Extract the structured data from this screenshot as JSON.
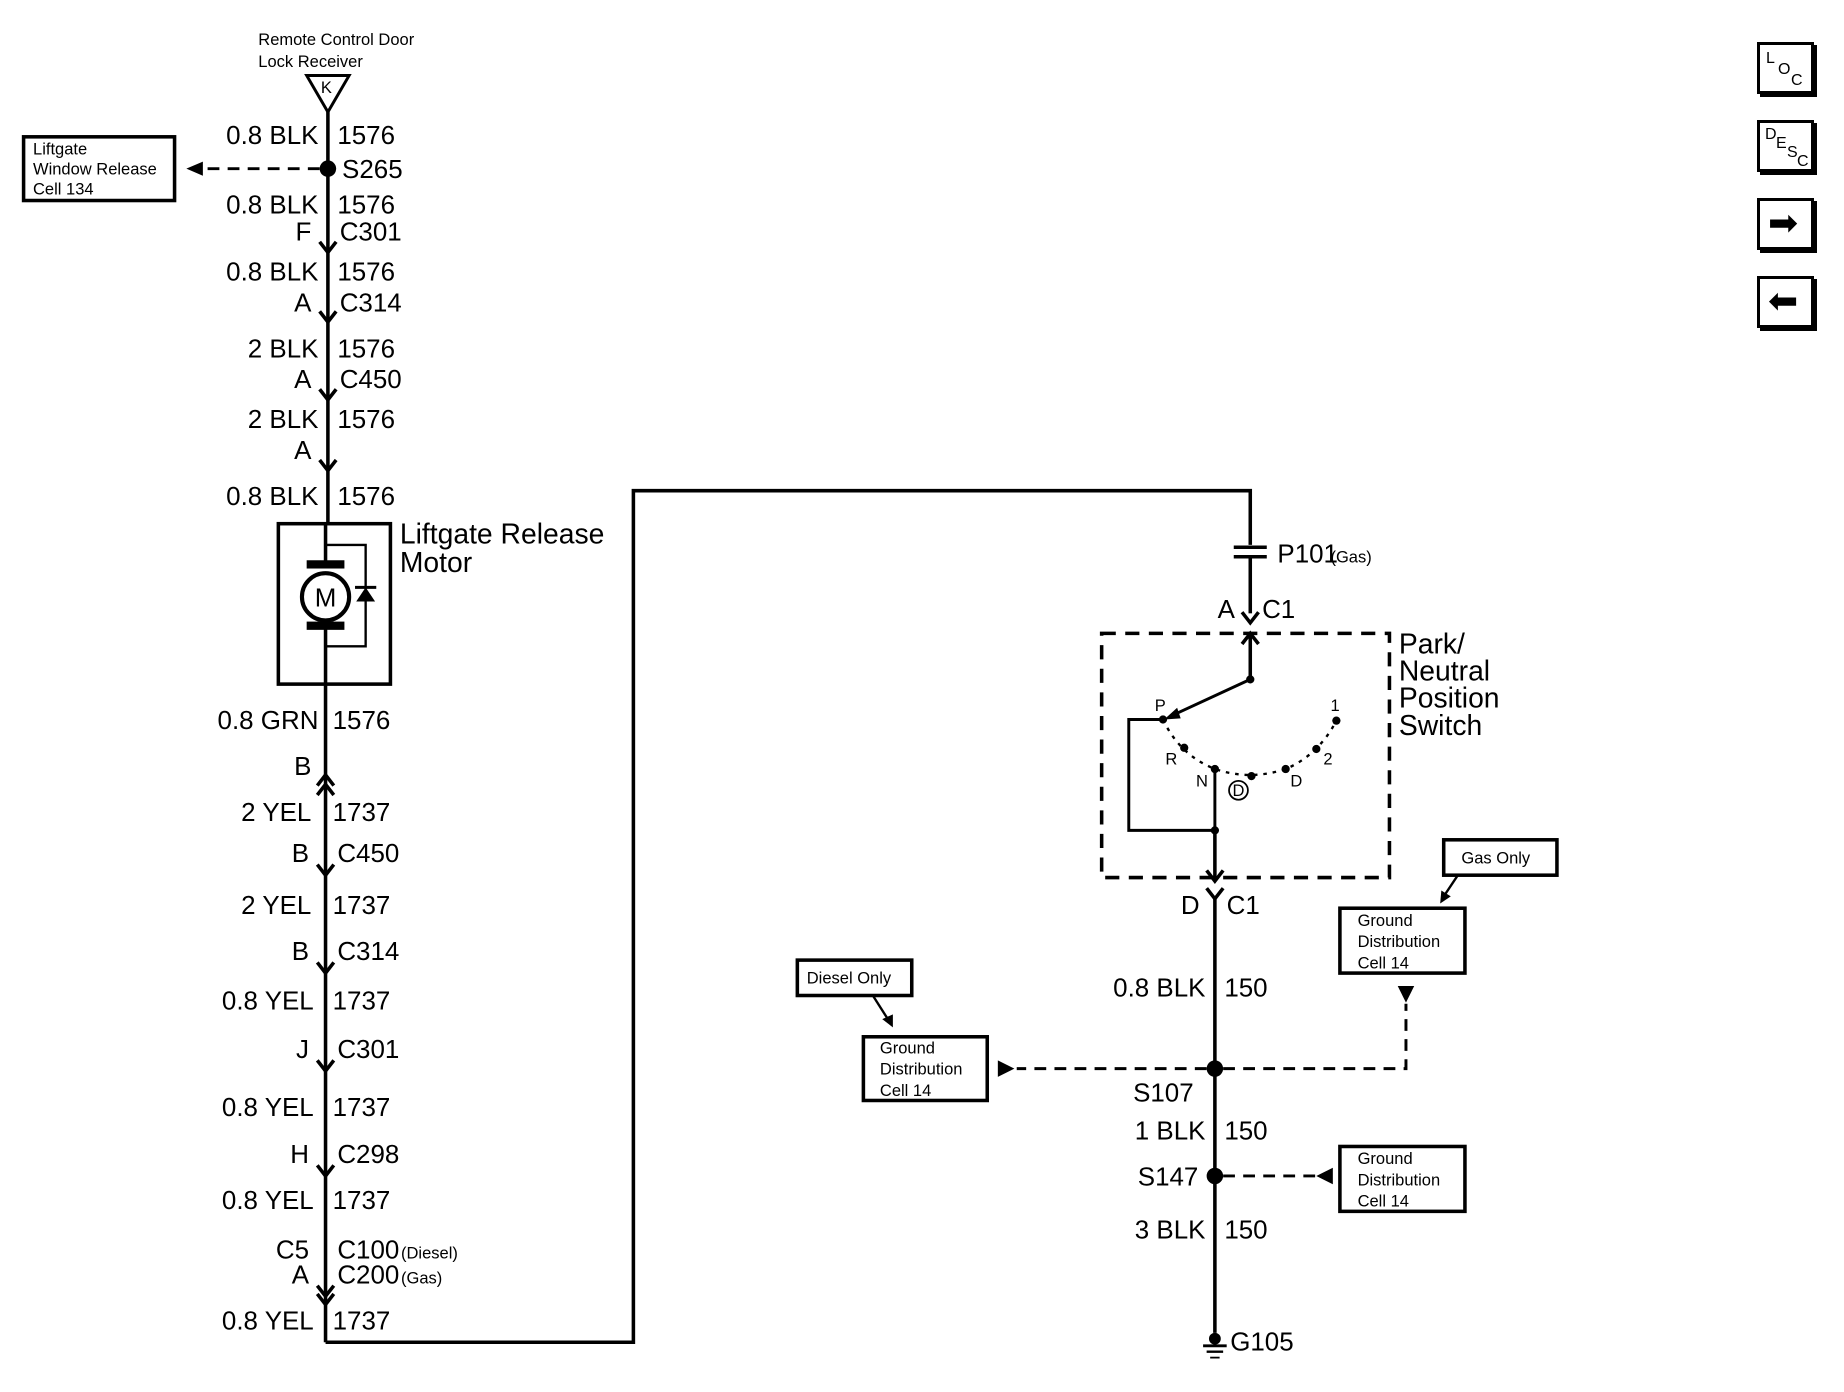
{
  "header": {
    "receiver_line1": "Remote Control Door",
    "receiver_line2": "Lock Receiver",
    "receiver_pin": "K"
  },
  "liftgate_window_box": [
    "Liftgate",
    "Window Release",
    "Cell 134"
  ],
  "left_circuit": {
    "wire_1": {
      "size_color": "0.8 BLK",
      "circuit": "1576"
    },
    "splice_s265": "S265",
    "wire_2": {
      "size_color": "0.8 BLK",
      "circuit": "1576"
    },
    "c301_top": {
      "pin": "F",
      "connector": "C301"
    },
    "wire_3": {
      "size_color": "0.8 BLK",
      "circuit": "1576"
    },
    "c314_top": {
      "pin": "A",
      "connector": "C314"
    },
    "wire_4": {
      "size_color": "2 BLK",
      "circuit": "1576"
    },
    "c450_top": {
      "pin": "A",
      "connector": "C450"
    },
    "wire_5": {
      "size_color": "2 BLK",
      "circuit": "1576"
    },
    "motor_pin_a": "A",
    "wire_6": {
      "size_color": "0.8 BLK",
      "circuit": "1576"
    },
    "motor_label_1": "Liftgate Release",
    "motor_label_2": "Motor",
    "motor_symbol": "M",
    "wire_7": {
      "size_color": "0.8 GRN",
      "circuit": "1576"
    },
    "motor_pin_b": "B",
    "wire_8": {
      "size_color": "2 YEL",
      "circuit": "1737"
    },
    "c450_bot": {
      "pin": "B",
      "connector": "C450"
    },
    "wire_9": {
      "size_color": "2 YEL",
      "circuit": "1737"
    },
    "c314_bot": {
      "pin": "B",
      "connector": "C314"
    },
    "wire_10": {
      "size_color": "0.8 YEL",
      "circuit": "1737"
    },
    "c301_bot": {
      "pin": "J",
      "connector": "C301"
    },
    "wire_11": {
      "size_color": "0.8 YEL",
      "circuit": "1737"
    },
    "c298": {
      "pin": "H",
      "connector": "C298"
    },
    "wire_12": {
      "size_color": "0.8 YEL",
      "circuit": "1737"
    },
    "c100": {
      "pin": "C5",
      "connector": "C100",
      "note": "(Diesel)"
    },
    "c200": {
      "pin": "A",
      "connector": "C200",
      "note": "(Gas)"
    },
    "wire_13": {
      "size_color": "0.8 YEL",
      "circuit": "1737"
    }
  },
  "right_circuit": {
    "p101": "P101",
    "p101_note": "(Gas)",
    "c1_top": {
      "pin": "A",
      "connector": "C1"
    },
    "switch_label": [
      "Park/",
      "Neutral",
      "Position",
      "Switch"
    ],
    "positions": {
      "p": "P",
      "r": "R",
      "n": "N",
      "d_circle": "D",
      "d": "D",
      "two": "2",
      "one": "1"
    },
    "c1_bot": {
      "pin": "D",
      "connector": "C1"
    },
    "wire_a": {
      "size_color": "0.8 BLK",
      "circuit": "150"
    },
    "splice_s107": "S107",
    "wire_b": {
      "size_color": "1 BLK",
      "circuit": "150"
    },
    "splice_s147": "S147",
    "wire_c": {
      "size_color": "3 BLK",
      "circuit": "150"
    },
    "ground": "G105"
  },
  "notes": {
    "diesel_only": "Diesel Only",
    "gas_only": "Gas Only"
  },
  "ground_boxes": {
    "left": [
      "Ground",
      "Distribution",
      "Cell 14"
    ],
    "upper_right": [
      "Ground",
      "Distribution",
      "Cell 14"
    ],
    "lower_right": [
      "Ground",
      "Distribution",
      "Cell 14"
    ]
  },
  "nav": {
    "loc": [
      "L",
      "O",
      "C"
    ],
    "desc": [
      "D",
      "E",
      "S",
      "C"
    ],
    "next_icon": "➡",
    "prev_icon": "⬅"
  }
}
